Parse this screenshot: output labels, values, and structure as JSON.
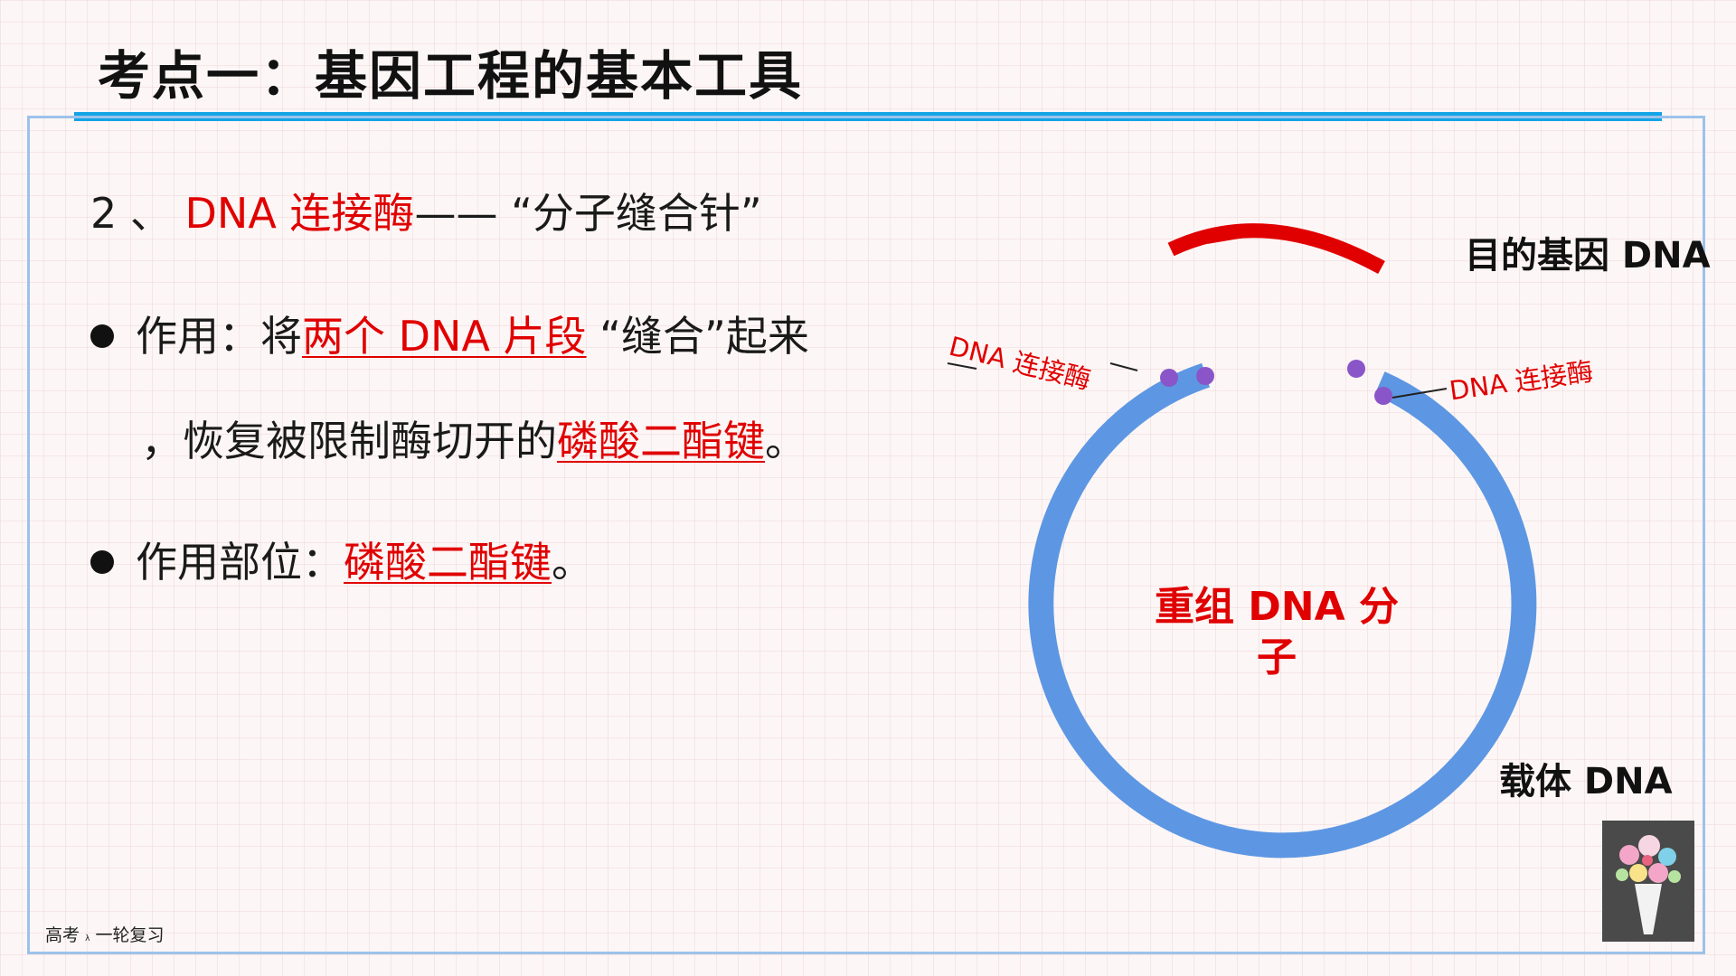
{
  "title": "考点一：基因工程的基本工具",
  "heading": {
    "number": "2 、",
    "term": "DNA 连接酶",
    "dash": "——",
    "nickname": "“分子缝合针”"
  },
  "bullets": {
    "function": {
      "label": "作用：将",
      "highlight1": "两个 DNA 片段",
      "quote": "“缝合”起来",
      "line2_prefix": "，恢复被限制酶切开的",
      "highlight2": "磷酸二酯键",
      "end": "。"
    },
    "site": {
      "label": "作用部位：",
      "highlight": "磷酸二酯键",
      "end": "。"
    }
  },
  "diagram": {
    "target_gene_label": "目的基因 DNA",
    "ligase_left_label": "DNA 连接酶",
    "ligase_right_label": "DNA 连接酶",
    "center_label_line1": "重组 DNA 分",
    "center_label_line2": "子",
    "vector_label": "载体 DNA",
    "colors": {
      "vector_ring": "#5d97e3",
      "target_gene": "#e00000",
      "enzyme": "#8a55c8"
    }
  },
  "footer": {
    "label_prefix": "高考",
    "label_small": "λ",
    "label_suffix": "一轮复习"
  },
  "colors": {
    "accent": "#13a4e6",
    "frame": "#9cc2ea",
    "highlight": "#e00000"
  }
}
